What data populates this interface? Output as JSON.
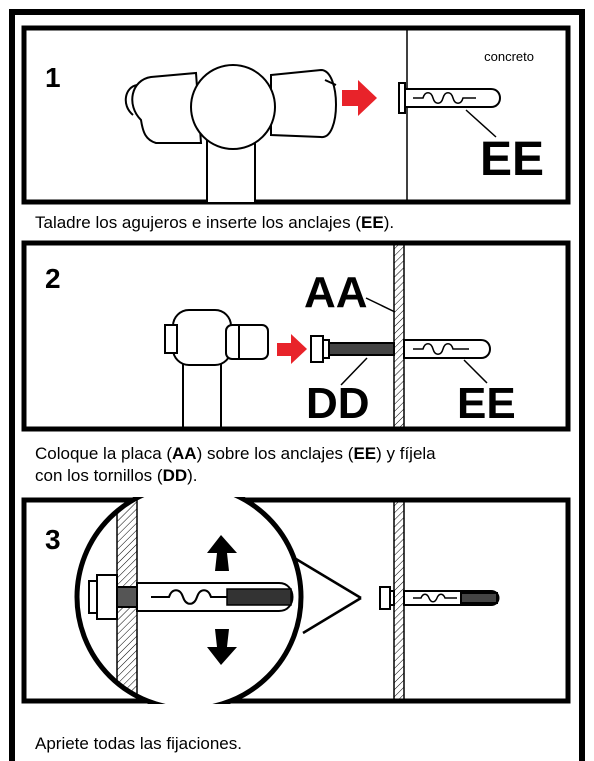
{
  "steps": [
    {
      "number": "1",
      "labels": {
        "material": "concreto",
        "anchor": "EE"
      },
      "caption": {
        "t1": "Taladre los agujeros e inserte los anclajes (",
        "b1": "EE",
        "t2": ")."
      }
    },
    {
      "number": "2",
      "labels": {
        "plate": "AA",
        "screw": "DD",
        "anchor": "EE"
      },
      "caption": {
        "t1": "Coloque la placa (",
        "b1": "AA",
        "t2": ") sobre los anclajes (",
        "b2": "EE",
        "t3": ") y fíjela",
        "t4": "con los tornillos (",
        "b3": "DD",
        "t5": ")."
      }
    },
    {
      "number": "3",
      "caption": {
        "t1": "Apriete todas las fijaciones."
      }
    }
  ],
  "colors": {
    "arrow": "#e8232a",
    "ink": "#000000"
  }
}
